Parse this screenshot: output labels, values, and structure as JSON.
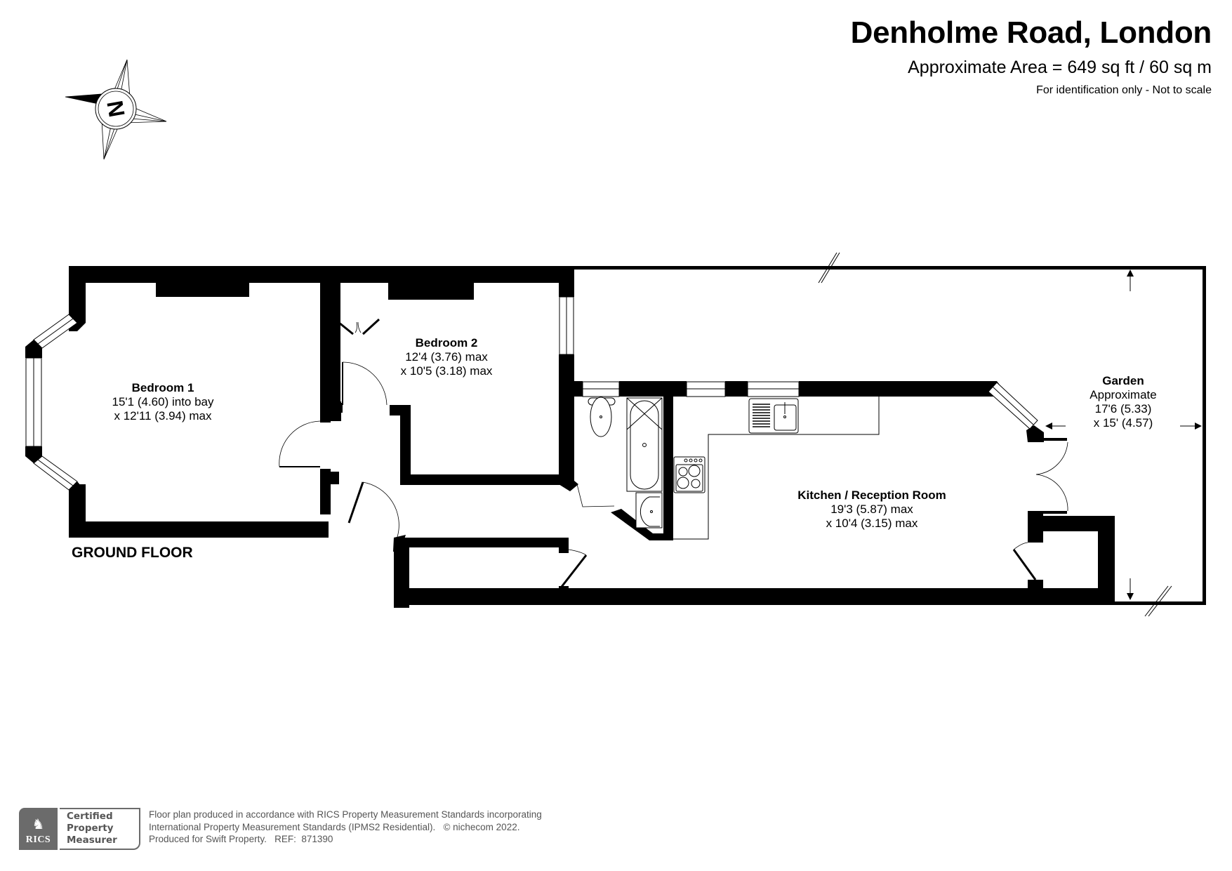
{
  "header": {
    "title": "Denholme Road, London",
    "area": "Approximate Area = 649 sq ft / 60 sq m",
    "disclaimer": "For identification only - Not to scale"
  },
  "compass": {
    "icon": "north-compass-icon",
    "letter": "N"
  },
  "floor": {
    "label": "GROUND FLOOR"
  },
  "rooms": [
    {
      "id": "bedroom-1",
      "name": "Bedroom 1",
      "dim1": "15'1 (4.60) into bay",
      "dim2": "x 12'11 (3.94) max"
    },
    {
      "id": "bedroom-2",
      "name": "Bedroom 2",
      "dim1": "12'4 (3.76) max",
      "dim2": "x 10'5 (3.18) max"
    },
    {
      "id": "kitchen-reception",
      "name": "Kitchen / Reception Room",
      "dim1": "19'3 (5.87) max",
      "dim2": "x 10'4 (3.15) max"
    },
    {
      "id": "garden",
      "name": "Garden",
      "dim0": "Approximate",
      "dim1": "17'6 (5.33)",
      "dim2": "x 15' (4.57)"
    }
  ],
  "fixtures": [
    "toilet-icon",
    "bathtub-icon",
    "basin-icon",
    "hob-icon",
    "kitchen-sink-icon"
  ],
  "footer": {
    "badge_org": "RICS",
    "badge_line1": "Certified",
    "badge_line2": "Property",
    "badge_line3": "Measurer",
    "line1": "Floor plan produced in accordance with RICS Property Measurement Standards incorporating",
    "line2": "International Property Measurement Standards (IPMS2 Residential).   © nichecom 2022.",
    "line3": "Produced for Swift Property.   REF:  871390"
  },
  "colors": {
    "wall": "#000000",
    "background": "#ffffff",
    "footer_grey": "#6b6b6b"
  }
}
